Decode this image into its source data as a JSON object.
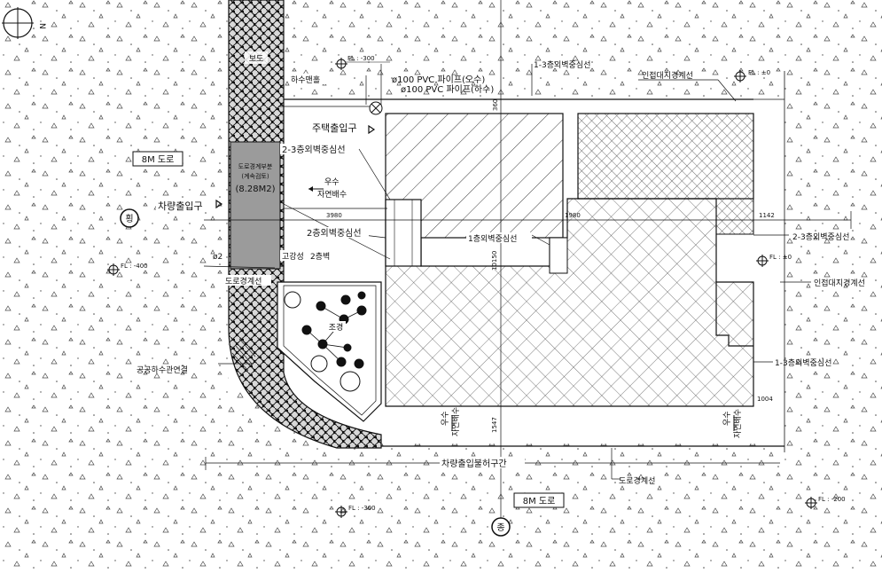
{
  "north": {
    "label": "N"
  },
  "roads": {
    "west": "8M 도로",
    "south": "8M 도로",
    "bubble_west": "횡",
    "bubble_south": "종"
  },
  "sidewalk": {
    "label": "보도"
  },
  "levels": {
    "top": "FL : -300",
    "top_right": "FL : ±0",
    "right_mid": "FL : ±0",
    "west": "FL : -400",
    "bottom_left": "FL : -300",
    "bottom_right": "FL : -200"
  },
  "labels": {
    "manhole": "하수맨홀",
    "pipe_rain": "ø100  PVC  파이프(오수)",
    "pipe_sewer": "ø100  PVC  파이프(하수)",
    "line_1_3_top": "1-3층외벽중심선",
    "adjacent_top": "인접대지경계선",
    "house_entrance": "주택출입구",
    "line_2_3_left": "2-3층외벽중심선",
    "road_boundary_part": "도로경계부분",
    "road_boundary_part2": "(계속검토)",
    "road_area": "(8.28M2)",
    "rain": "우수",
    "natural_drain": "자연배수",
    "car_entrance": "차량출입구",
    "line_2_left": "2층외벽중심선",
    "line_1_center": "1층외벽중심선",
    "line_2_3_right": "2-3층외벽중심선",
    "adjacent_right": "인접대지경계선",
    "pipe_short": "ø2",
    "strength": "고강성",
    "wall2": "2층벽",
    "road_boundary_left": "도로경계선",
    "landscape": "조경",
    "public_sewer": "공공하수관연결",
    "line_1_3_right": "1-3층외벽중심선",
    "rain_bottom": "우수",
    "natural_bottom": "자연배수",
    "rain_bottom2": "우수",
    "natural_bottom2": "자연배수",
    "no_entry_section": "차량출입불허구간",
    "road_boundary_bottom": "도로경계선"
  },
  "dimensions": {
    "d3980": "3980",
    "d1980": "1980",
    "d1142": "1142",
    "d10150": "10150",
    "d1004": "1004",
    "d1547": "1547",
    "d360": "360"
  }
}
